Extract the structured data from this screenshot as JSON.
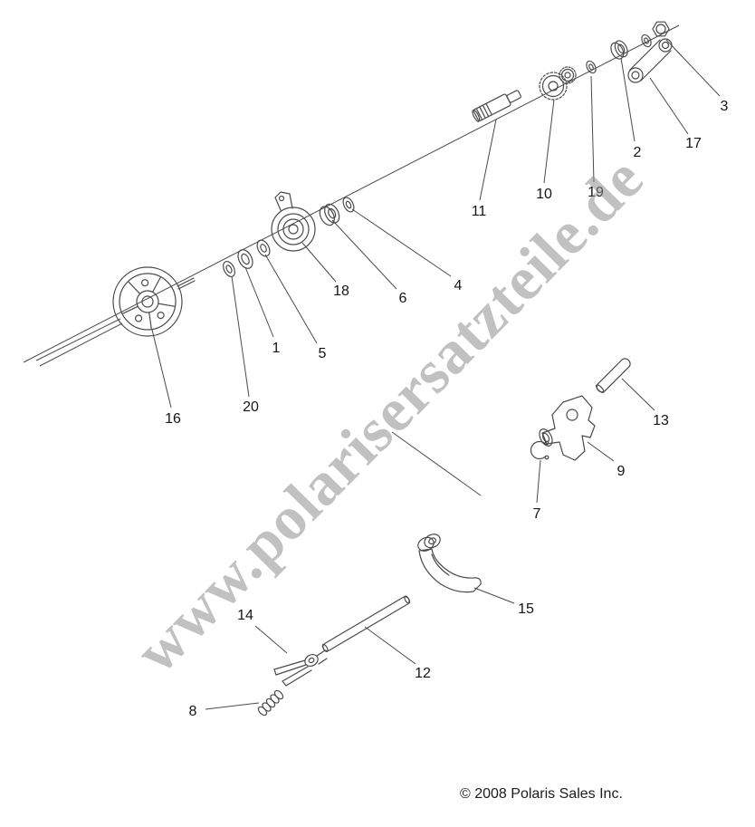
{
  "page": {
    "watermark_text": "www.polarisersatzteile.de",
    "copyright_text": "© 2008 Polaris Sales Inc.",
    "background_color": "#ffffff",
    "line_color": "#4a4a4a",
    "watermark_color": "#8f8f8f"
  },
  "diagram": {
    "type": "exploded-parts-diagram",
    "callouts": [
      {
        "number": "1"
      },
      {
        "number": "2"
      },
      {
        "number": "3"
      },
      {
        "number": "4"
      },
      {
        "number": "5"
      },
      {
        "number": "6"
      },
      {
        "number": "7"
      },
      {
        "number": "8"
      },
      {
        "number": "9"
      },
      {
        "number": "10"
      },
      {
        "number": "11"
      },
      {
        "number": "12"
      },
      {
        "number": "13"
      },
      {
        "number": "14"
      },
      {
        "number": "15"
      },
      {
        "number": "16"
      },
      {
        "number": "17"
      },
      {
        "number": "18"
      },
      {
        "number": "19"
      },
      {
        "number": "20"
      }
    ]
  }
}
